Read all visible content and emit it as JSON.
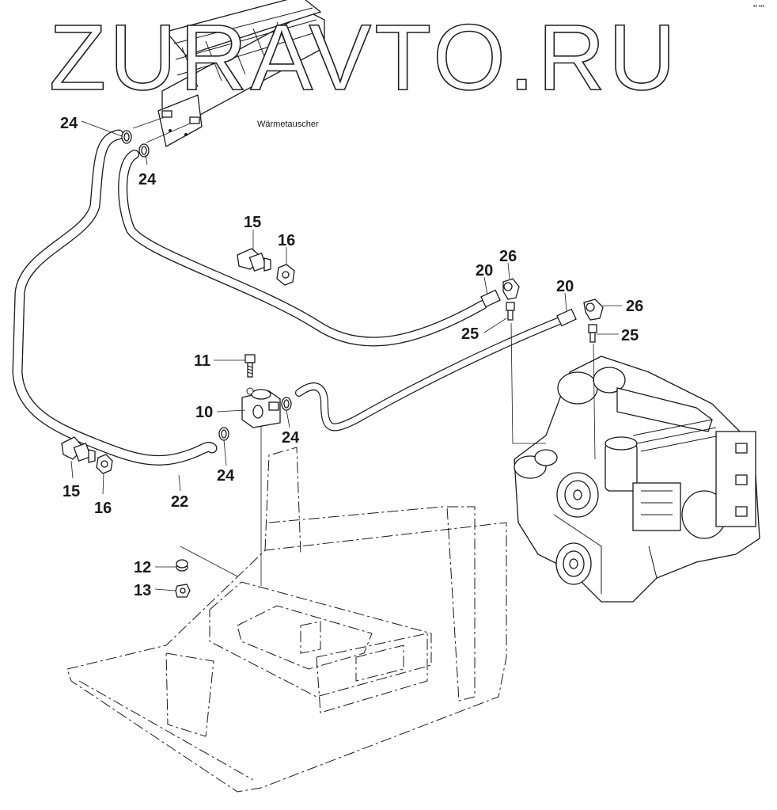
{
  "watermark": "ZURAVTO.RU",
  "corner_marker": "•• •••",
  "heat_exchanger_label": "Wärmetauscher",
  "callouts": {
    "c24_top": "24",
    "c24_mid": "24",
    "c15_top": "15",
    "c16_top": "16",
    "c20_left": "20",
    "c26_left": "26",
    "c25_left": "25",
    "c20_right": "20",
    "c26_right": "26",
    "c25_right": "25",
    "c11": "11",
    "c10": "10",
    "c24_right": "24",
    "c24_low": "24",
    "c15_low": "15",
    "c16_low": "16",
    "c22": "22",
    "c12": "12",
    "c13": "13"
  }
}
